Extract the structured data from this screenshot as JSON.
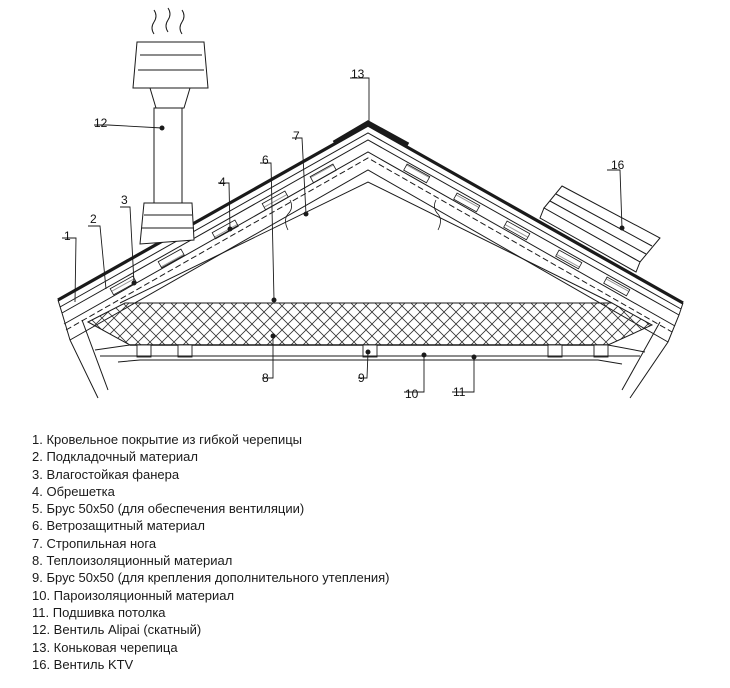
{
  "callouts": [
    "1",
    "2",
    "3",
    "4",
    "6",
    "7",
    "8",
    "9",
    "10",
    "11",
    "12",
    "13",
    "16"
  ],
  "legend": [
    "1. Кровельное покрытие из гибкой черепицы",
    "2. Подкладочный материал",
    "3. Влагостойкая фанера",
    "4. Обрешетка",
    "5. Брус 50х50 (для обеспечения вентиляции)",
    "6. Ветрозащитный материал",
    "7. Стропильная нога",
    "8. Теплоизоляционный материал",
    "9. Брус 50х50 (для крепления дополнительного утепления)",
    "10. Пароизоляционный материал",
    "11. Подшивка потолка",
    "12. Вентиль Alipai (скатный)",
    "13. Коньковая черепица",
    "16. Вентиль KTV"
  ],
  "colors": {
    "ink": "#1a1a1a",
    "paper": "#ffffff"
  }
}
